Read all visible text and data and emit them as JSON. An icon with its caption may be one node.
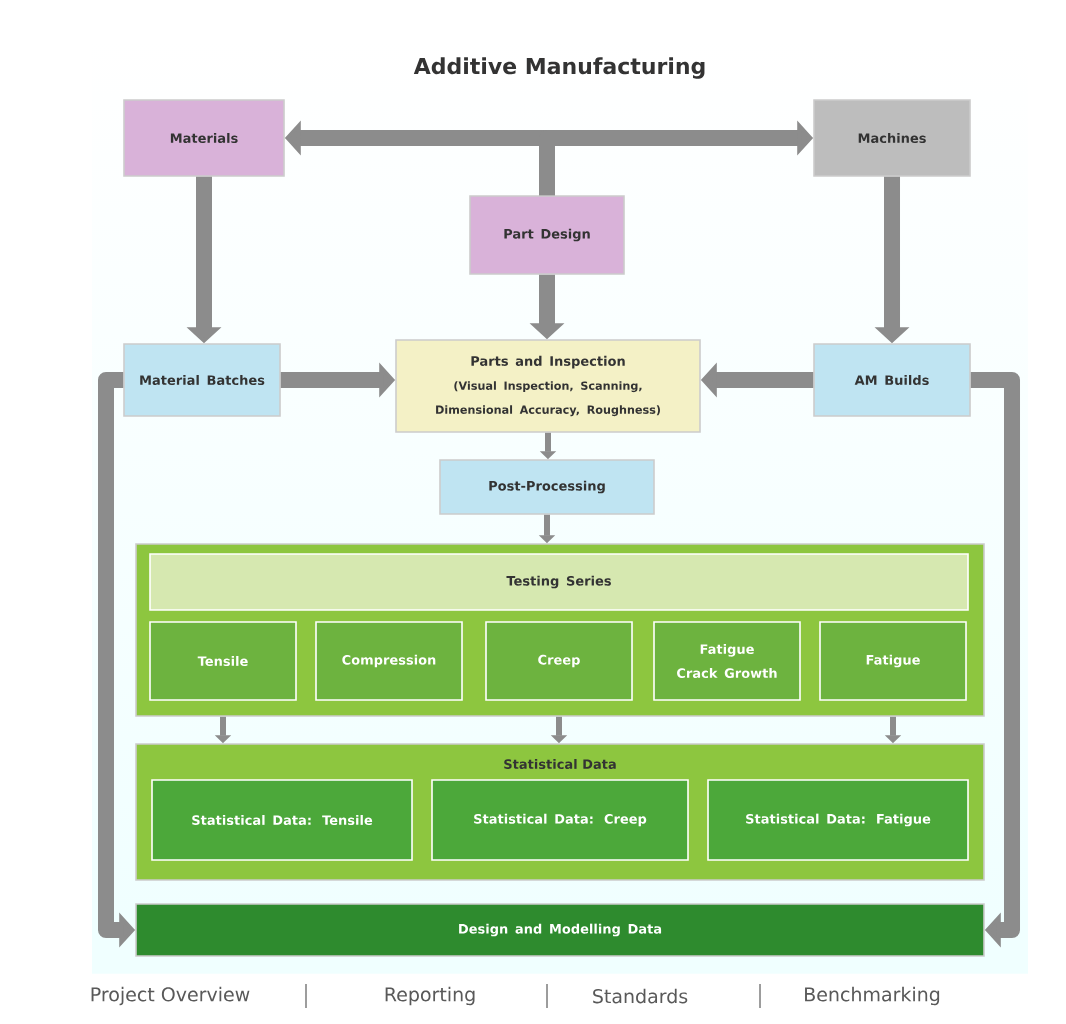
{
  "diagram": {
    "title": "Additive Manufacturing",
    "nodes": [
      {
        "text": [
          "Materials"
        ]
      },
      {
        "text": [
          "Machines"
        ]
      },
      {
        "text": [
          "Part Design"
        ]
      },
      {
        "text": [
          "Material Batches"
        ]
      },
      {
        "text": [
          "Parts and Inspection",
          "(Visual Inspection, Scanning, Dimensional Accuracy, Roughness)"
        ]
      },
      {
        "text": [
          "AM Builds"
        ]
      },
      {
        "text": [
          "Post-Processing"
        ]
      },
      {
        "text": [],
        "shape": "box"
      },
      {
        "text": [
          "Testing Series"
        ],
        "in": 7
      },
      {
        "text": [
          "Tensile"
        ],
        "in": 7
      },
      {
        "text": [
          "Compression"
        ],
        "in": 7
      },
      {
        "text": [
          "Creep"
        ],
        "in": 7
      },
      {
        "text": [
          "Fatigue Crack Growth"
        ],
        "in": 7
      },
      {
        "text": [
          "Fatigue"
        ],
        "in": 7
      },
      {
        "text": [
          "Statistical Data"
        ]
      },
      {
        "text": [
          "Statistical Data: Tensile"
        ],
        "in": 14
      },
      {
        "text": [
          "Statistical Data: Creep"
        ],
        "in": 14
      },
      {
        "text": [
          "Statistical Data: Fatigue"
        ],
        "in": 14
      },
      {
        "text": [
          "Design and Modelling Data"
        ]
      }
    ],
    "edges": [
      {
        "from": 2,
        "to": 0,
        "arrow": "to"
      },
      {
        "from": 2,
        "to": 1,
        "arrow": "to"
      },
      {
        "from": 0,
        "to": 3,
        "arrow": "to"
      },
      {
        "from": 1,
        "to": 5,
        "arrow": "to"
      },
      {
        "from": 2,
        "to": 4,
        "arrow": "to"
      },
      {
        "from": 3,
        "to": 4,
        "arrow": "to"
      },
      {
        "from": 5,
        "to": 4,
        "arrow": "to"
      },
      {
        "from": 4,
        "to": 6,
        "arrow": "to"
      },
      {
        "from": 6,
        "to": 7,
        "arrow": "to"
      },
      {
        "from": 9,
        "to": 14,
        "arrow": "to"
      },
      {
        "from": 11,
        "to": 14,
        "arrow": "to"
      },
      {
        "from": 13,
        "to": 14,
        "arrow": "to"
      },
      {
        "from": 3,
        "to": 18,
        "arrow": "to"
      },
      {
        "from": 5,
        "to": 18,
        "arrow": "to"
      }
    ],
    "labels": [
      "Project Overview",
      "Reporting",
      "Standards",
      "Benchmarking"
    ]
  }
}
